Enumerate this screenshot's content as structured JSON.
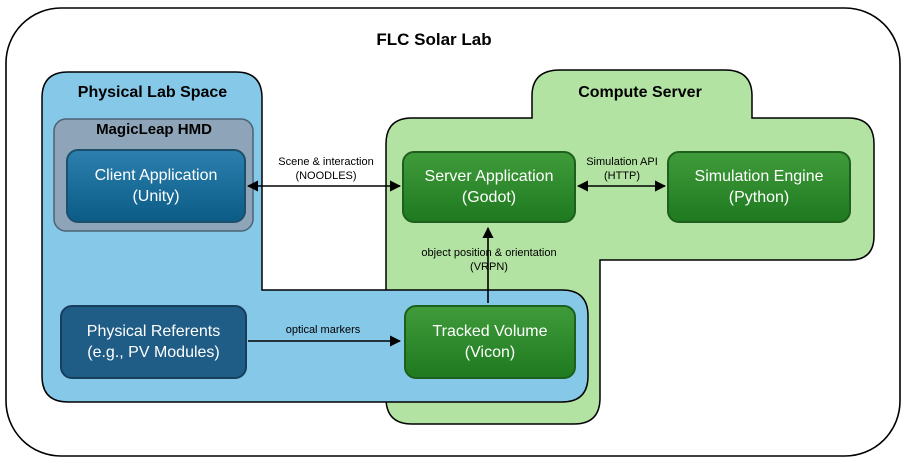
{
  "title": "FLC Solar Lab",
  "regions": {
    "physical_lab": "Physical Lab Space",
    "compute_server": "Compute Server",
    "hmd": "MagicLeap HMD"
  },
  "nodes": {
    "client_app": {
      "line1": "Client Application",
      "line2": "(Unity)"
    },
    "server_app": {
      "line1": "Server Application",
      "line2": "(Godot)"
    },
    "sim_engine": {
      "line1": "Simulation Engine",
      "line2": "(Python)"
    },
    "referents": {
      "line1": "Physical Referents",
      "line2": "(e.g., PV Modules)"
    },
    "tracked": {
      "line1": "Tracked Volume",
      "line2": "(Vicon)"
    }
  },
  "edges": {
    "scene": {
      "line1": "Scene & interaction",
      "line2": "(NOODLES)"
    },
    "sim_api": {
      "line1": "Simulation API",
      "line2": "(HTTP)"
    },
    "object_pos": {
      "line1": "object position & orientation",
      "line2": "(VRPN)"
    },
    "optical": {
      "line1": "optical markers"
    }
  },
  "colors": {
    "physical_fill": "#86c8e8",
    "compute_fill": "#b3e3a2",
    "hmd_fill": "#8ea4b8",
    "outline": "#000000"
  }
}
